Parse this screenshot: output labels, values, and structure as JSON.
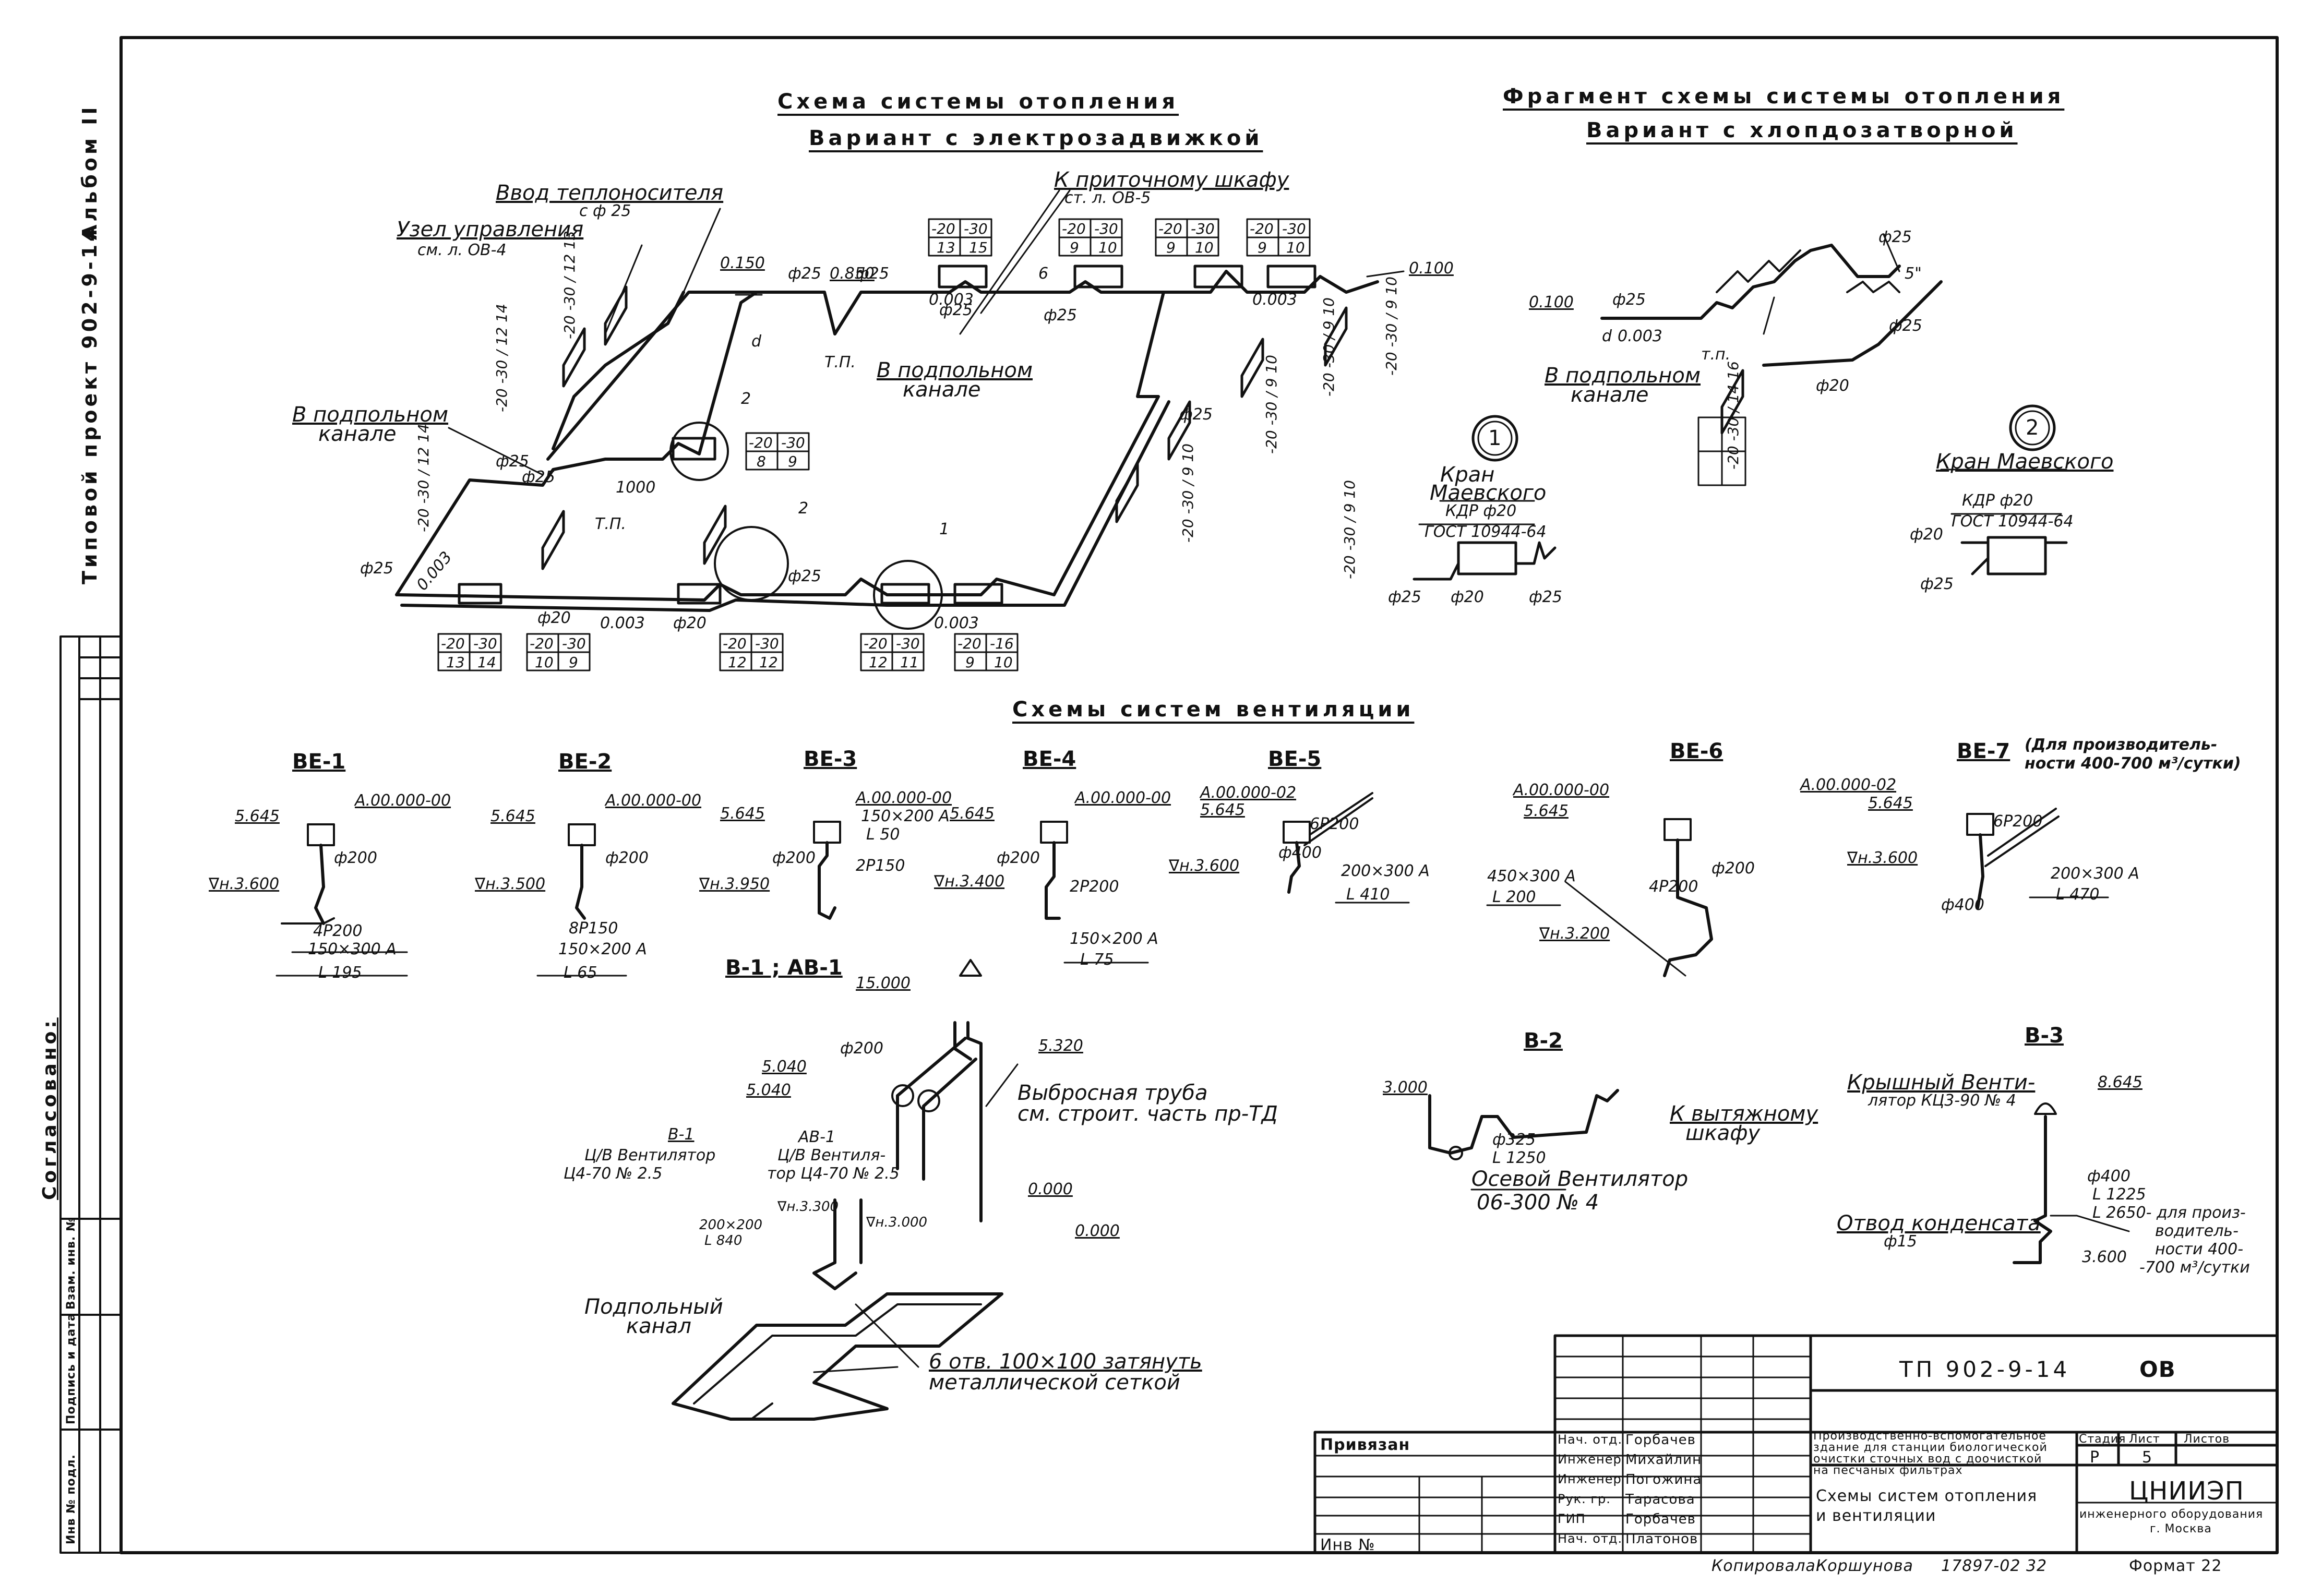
{
  "side": {
    "album": "Альбом II",
    "project": "Типовой проект 902-9-14",
    "soglasovano": "Согласовано:",
    "stamp_cols": [
      "Инв № подл.",
      "Подпись и дата",
      "Взам. инв. №"
    ]
  },
  "heating": {
    "title": "Схема системы отопления",
    "subtitle": "Вариант с электрозадвижкой",
    "labels": {
      "vvod": "Ввод теплоносителя",
      "vvod_d": "с ф 25",
      "uzel": "Узел управления",
      "uzel_ref": "см. л. ОВ-4",
      "pritoch": "К приточному шкафу",
      "pritoch_ref": "ст. л. ОВ-5",
      "podpol1": "В подпольном",
      "podpol1b": "канале",
      "podpol2": "В подпольном",
      "podpol2b": "канале",
      "tp1": "Т.П.",
      "tp2": "Т.П.",
      "len1000": "1000",
      "d_label": "d",
      "six": "6",
      "c1": "1",
      "c2a": "2",
      "c2b": "2"
    },
    "elev": [
      "0.150",
      "0.850",
      "0.100",
      "0.003",
      "0.003",
      "0.003",
      "0.003",
      "0.003"
    ],
    "dia": [
      "ф25",
      "ф25",
      "ф25",
      "ф25",
      "ф25",
      "ф20",
      "ф20",
      "ф25",
      "ф25",
      "ф25",
      "ф25"
    ],
    "rad_boxes": [
      [
        "-20",
        "-30",
        "13",
        "15"
      ],
      [
        "-20",
        "-30",
        "9",
        "10"
      ],
      [
        "-20",
        "-30",
        "9",
        "10"
      ],
      [
        "-20",
        "-30",
        "9",
        "10"
      ],
      [
        "-20",
        "-30",
        "8",
        "9"
      ],
      [
        "-20",
        "-30",
        "13",
        "14"
      ],
      [
        "-20",
        "-30",
        "10",
        "9"
      ],
      [
        "-20",
        "-30",
        "12",
        "12"
      ],
      [
        "-20",
        "-30",
        "12",
        "11"
      ],
      [
        "-20",
        "-16",
        "9",
        "10"
      ],
      [
        "-20",
        "-30",
        "12",
        "14"
      ],
      [
        "-20",
        "-30",
        "12",
        "13"
      ],
      [
        "-20",
        "-30",
        "12",
        "14"
      ],
      [
        "-20",
        "-30",
        "9",
        "10"
      ],
      [
        "-20",
        "-30",
        "9",
        "10"
      ],
      [
        "-20",
        "-30",
        "9",
        "10"
      ],
      [
        "-20",
        "-30",
        "9",
        "10"
      ],
      [
        "-20",
        "-30",
        "9",
        "10"
      ]
    ]
  },
  "fragment": {
    "title": "Фрагмент схемы системы отопления",
    "subtitle": "Вариант с хлопдозатворной",
    "elev": [
      "0.100",
      "0.003"
    ],
    "podpol": "В подпольном",
    "podpolb": "канале",
    "tp": "т.п.",
    "d": "d",
    "dia": [
      "ф25",
      "ф25",
      "ф20",
      "ф25"
    ],
    "five": "5\"",
    "box": [
      "-20",
      "-30",
      "14",
      "16"
    ],
    "detail1": {
      "num": "1",
      "name1": "Кран",
      "name2": "Маевского",
      "kdr": "КДР ф20",
      "gost": "ГОСТ 10944-64",
      "d_left": "ф25",
      "d_mid": "ф20",
      "d_right": "ф25"
    },
    "detail2": {
      "num": "2",
      "name": "Кран Маевского",
      "kdr": "КДР ф20",
      "gost": "ГОСТ 10944-64",
      "d_top": "ф20",
      "d_bot": "ф25"
    }
  },
  "vent": {
    "title": "Схемы систем вентиляции",
    "units": [
      {
        "name": "ВЕ-1",
        "code": "А.00.000-00",
        "elev": "5.645",
        "dia": "ф200",
        "nelev": "∇н.3.600",
        "grille": "4Р200",
        "duct": "150×300 А",
        "len": "L 195"
      },
      {
        "name": "ВЕ-2",
        "code": "А.00.000-00",
        "elev": "5.645",
        "dia": "ф200",
        "nelev": "∇н.3.500",
        "grille": "8Р150",
        "duct": "150×200 А",
        "len": "L 65"
      },
      {
        "name": "ВЕ-3",
        "code": "А.00.000-00",
        "elev": "5.645",
        "dia": "ф200",
        "nelev": "∇н.3.950",
        "grille": "2Р150",
        "duct": "150×200 А",
        "len": "L 50"
      },
      {
        "name": "ВЕ-4",
        "code": "А.00.000-00",
        "elev": "5.645",
        "dia": "ф200",
        "nelev": "∇н.3.400",
        "grille": "2Р200",
        "duct": "150×200 А",
        "len": "L 75"
      },
      {
        "name": "ВЕ-5",
        "code": "А.00.000-02",
        "elev": "5.645",
        "dia": "ф400",
        "nelev": "∇н.3.600",
        "grille": "6Р200",
        "duct": "200×300 А",
        "len": "L 410"
      },
      {
        "name": "ВЕ-6",
        "code": "А.00.000-00",
        "elev": "5.645",
        "dia": "ф200",
        "nelev": "∇н.3.200",
        "grille": "4Р200",
        "duct": "450×300 А",
        "len": "L 200"
      },
      {
        "name": "ВЕ-7",
        "note": "(Для производитель-ности 400-700 м³/сутки)",
        "code": "А.00.000-02",
        "elev": "5.645",
        "dia": "ф400",
        "nelev": "∇н.3.600",
        "grille": "6Р200",
        "duct": "200×300 А",
        "len": "L 470"
      }
    ],
    "b1": {
      "name": "В-1 ; АВ-1",
      "elev": [
        "15.000",
        "5.320",
        "5.040",
        "5.040",
        "0.000",
        "0.000",
        "∇н.3.300",
        "∇н.3.000"
      ],
      "dia": "ф200",
      "exhaust1": "Выбросная труба",
      "exhaust2": "см. строит. часть пр-ТД",
      "sub_b1": "В-1",
      "fan1a": "Ц/В Вентилятор",
      "fan1b": "Ц4-70 № 2.5",
      "sub_ab1": "АВ-1",
      "fan2a": "Ц/В Вентиля-",
      "fan2b": "тор Ц4-70 № 2.5",
      "duct": "200×200",
      "len": "L 840",
      "chan1": "Подпольный",
      "chan2": "канал",
      "holes1": "6 отв. 100×100 затянуть",
      "holes2": "металлической сеткой"
    },
    "b2": {
      "name": "В-2",
      "elev": "3.000",
      "to1": "К вытяжному",
      "to2": "шкафу",
      "dia": "ф325",
      "len": "L 1250",
      "fan1": "Осевой Вентилятор",
      "fan2": "06-300 № 4"
    },
    "b3": {
      "name": "В-3",
      "fan1": "Крышный Венти-",
      "fan2": "лятор КЦ3-90 № 4",
      "elev": "8.645",
      "dia": "ф400",
      "len1": "L 1225",
      "len2": "L 2650- для произ-",
      "note1": "водитель-",
      "note2": "ности 400-",
      "note3": "-700 м³/сутки",
      "elev2": "3.600",
      "drain1": "Отвод конденсата",
      "drain2": "ф15"
    }
  },
  "titleblock": {
    "code": "ТП 902-9-14",
    "sheet_code": "ОВ",
    "privyazan": "Привязан",
    "inv": "Инв №",
    "roles": [
      "Нач. отд.",
      "Инженер",
      "Инженер",
      "Рук. гр.",
      "ГИП",
      "Нач. отд."
    ],
    "names": [
      "Горбачев",
      "Михайлин",
      "Погожина",
      "Тарасова",
      "Горбачев",
      "Платонов"
    ],
    "desc1": "Производственно-вспомогательное",
    "desc2": "здание для станции биологической",
    "desc3": "очистки сточных вод с доочисткой",
    "desc4": "на песчаных фильтрах",
    "h_stage": "Стадия",
    "h_sheet": "Лист",
    "h_sheets": "Листов",
    "stage": "Р",
    "sheet": "5",
    "sheet_title1": "Схемы систем отопления",
    "sheet_title2": "и вентиляции",
    "org": "ЦНИИЭП",
    "org2": "инженерного оборудования",
    "org3": "г. Москва",
    "copied": "Копировала:",
    "copier": "Коршунова",
    "order": "17897-02 32",
    "format": "Формат 22"
  }
}
